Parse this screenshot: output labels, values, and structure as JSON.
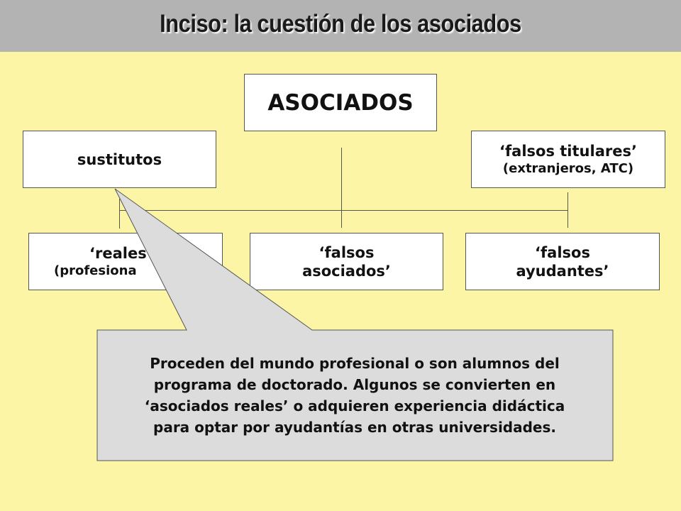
{
  "title": "Inciso: la cuestión de los asociados",
  "root": {
    "label": "ASOCIADOS"
  },
  "top_row": {
    "sustitutos": {
      "label": "sustitutos"
    },
    "falsos_titulares": {
      "label": "‘falsos titulares’",
      "sub": "(extranjeros, ATC)"
    }
  },
  "bottom_row": {
    "reales": {
      "label": "‘reales",
      "sub": "(profesiona"
    },
    "falsos_asociados": {
      "line1": "‘falsos",
      "line2": "asociados’"
    },
    "falsos_ayudantes": {
      "line1": "‘falsos",
      "line2": "ayudantes’"
    }
  },
  "callout": {
    "lines": [
      "Proceden del mundo profesional o son alumnos del",
      "programa de doctorado. Algunos se convierten en",
      "‘asociados reales’ o adquieren experiencia didáctica",
      "para optar por ayudantías en otras universidades."
    ]
  },
  "colors": {
    "background": "#fdf5a6",
    "header": "#b3b3b3",
    "box": "#ffffff",
    "callout": "#dcdcdc"
  }
}
